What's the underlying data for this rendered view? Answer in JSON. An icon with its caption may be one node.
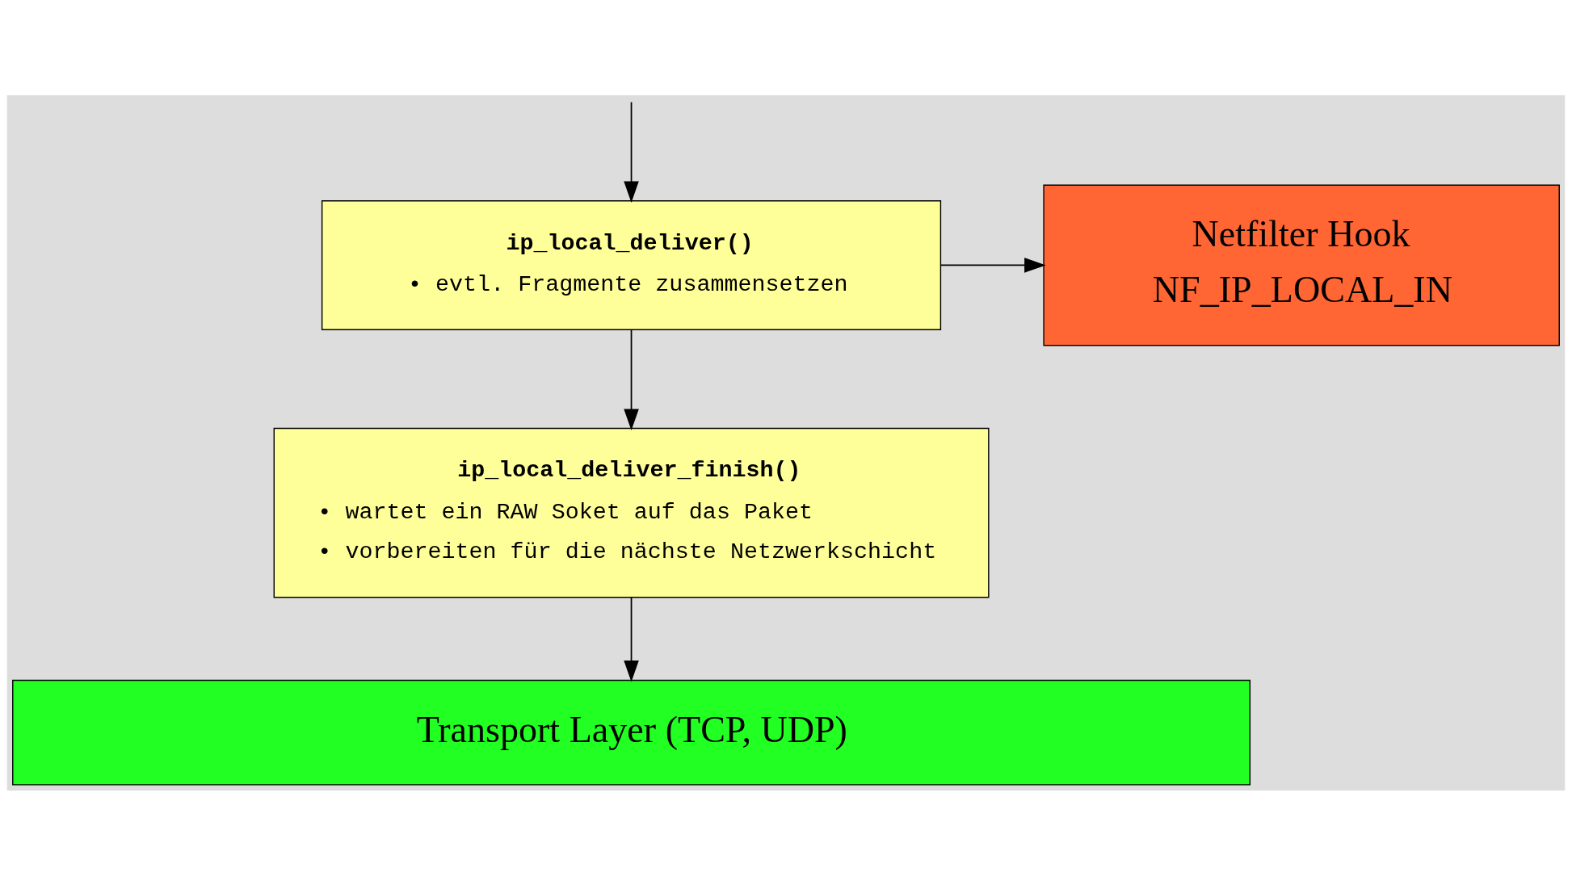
{
  "diagram": {
    "nodes": [
      {
        "text": [
          "ip_local_deliver()",
          "• evtl. Fragmente zusammensetzen"
        ]
      },
      {
        "text": [
          "Netfilter Hook",
          "NF_IP_LOCAL_IN"
        ]
      },
      {
        "text": [
          "ip_local_deliver_finish()",
          "• wartet ein RAW Soket auf das Paket",
          "• vorbereiten für die nächste Netzwerkschicht"
        ]
      },
      {
        "text": [
          "Transport Layer (TCP, UDP)"
        ]
      }
    ],
    "edges": [
      {
        "from": null,
        "to": 0,
        "arrow": "to"
      },
      {
        "from": 0,
        "to": 1,
        "arrow": "to"
      },
      {
        "from": 0,
        "to": 2,
        "arrow": "to"
      },
      {
        "from": 2,
        "to": 3,
        "arrow": "to"
      }
    ]
  }
}
